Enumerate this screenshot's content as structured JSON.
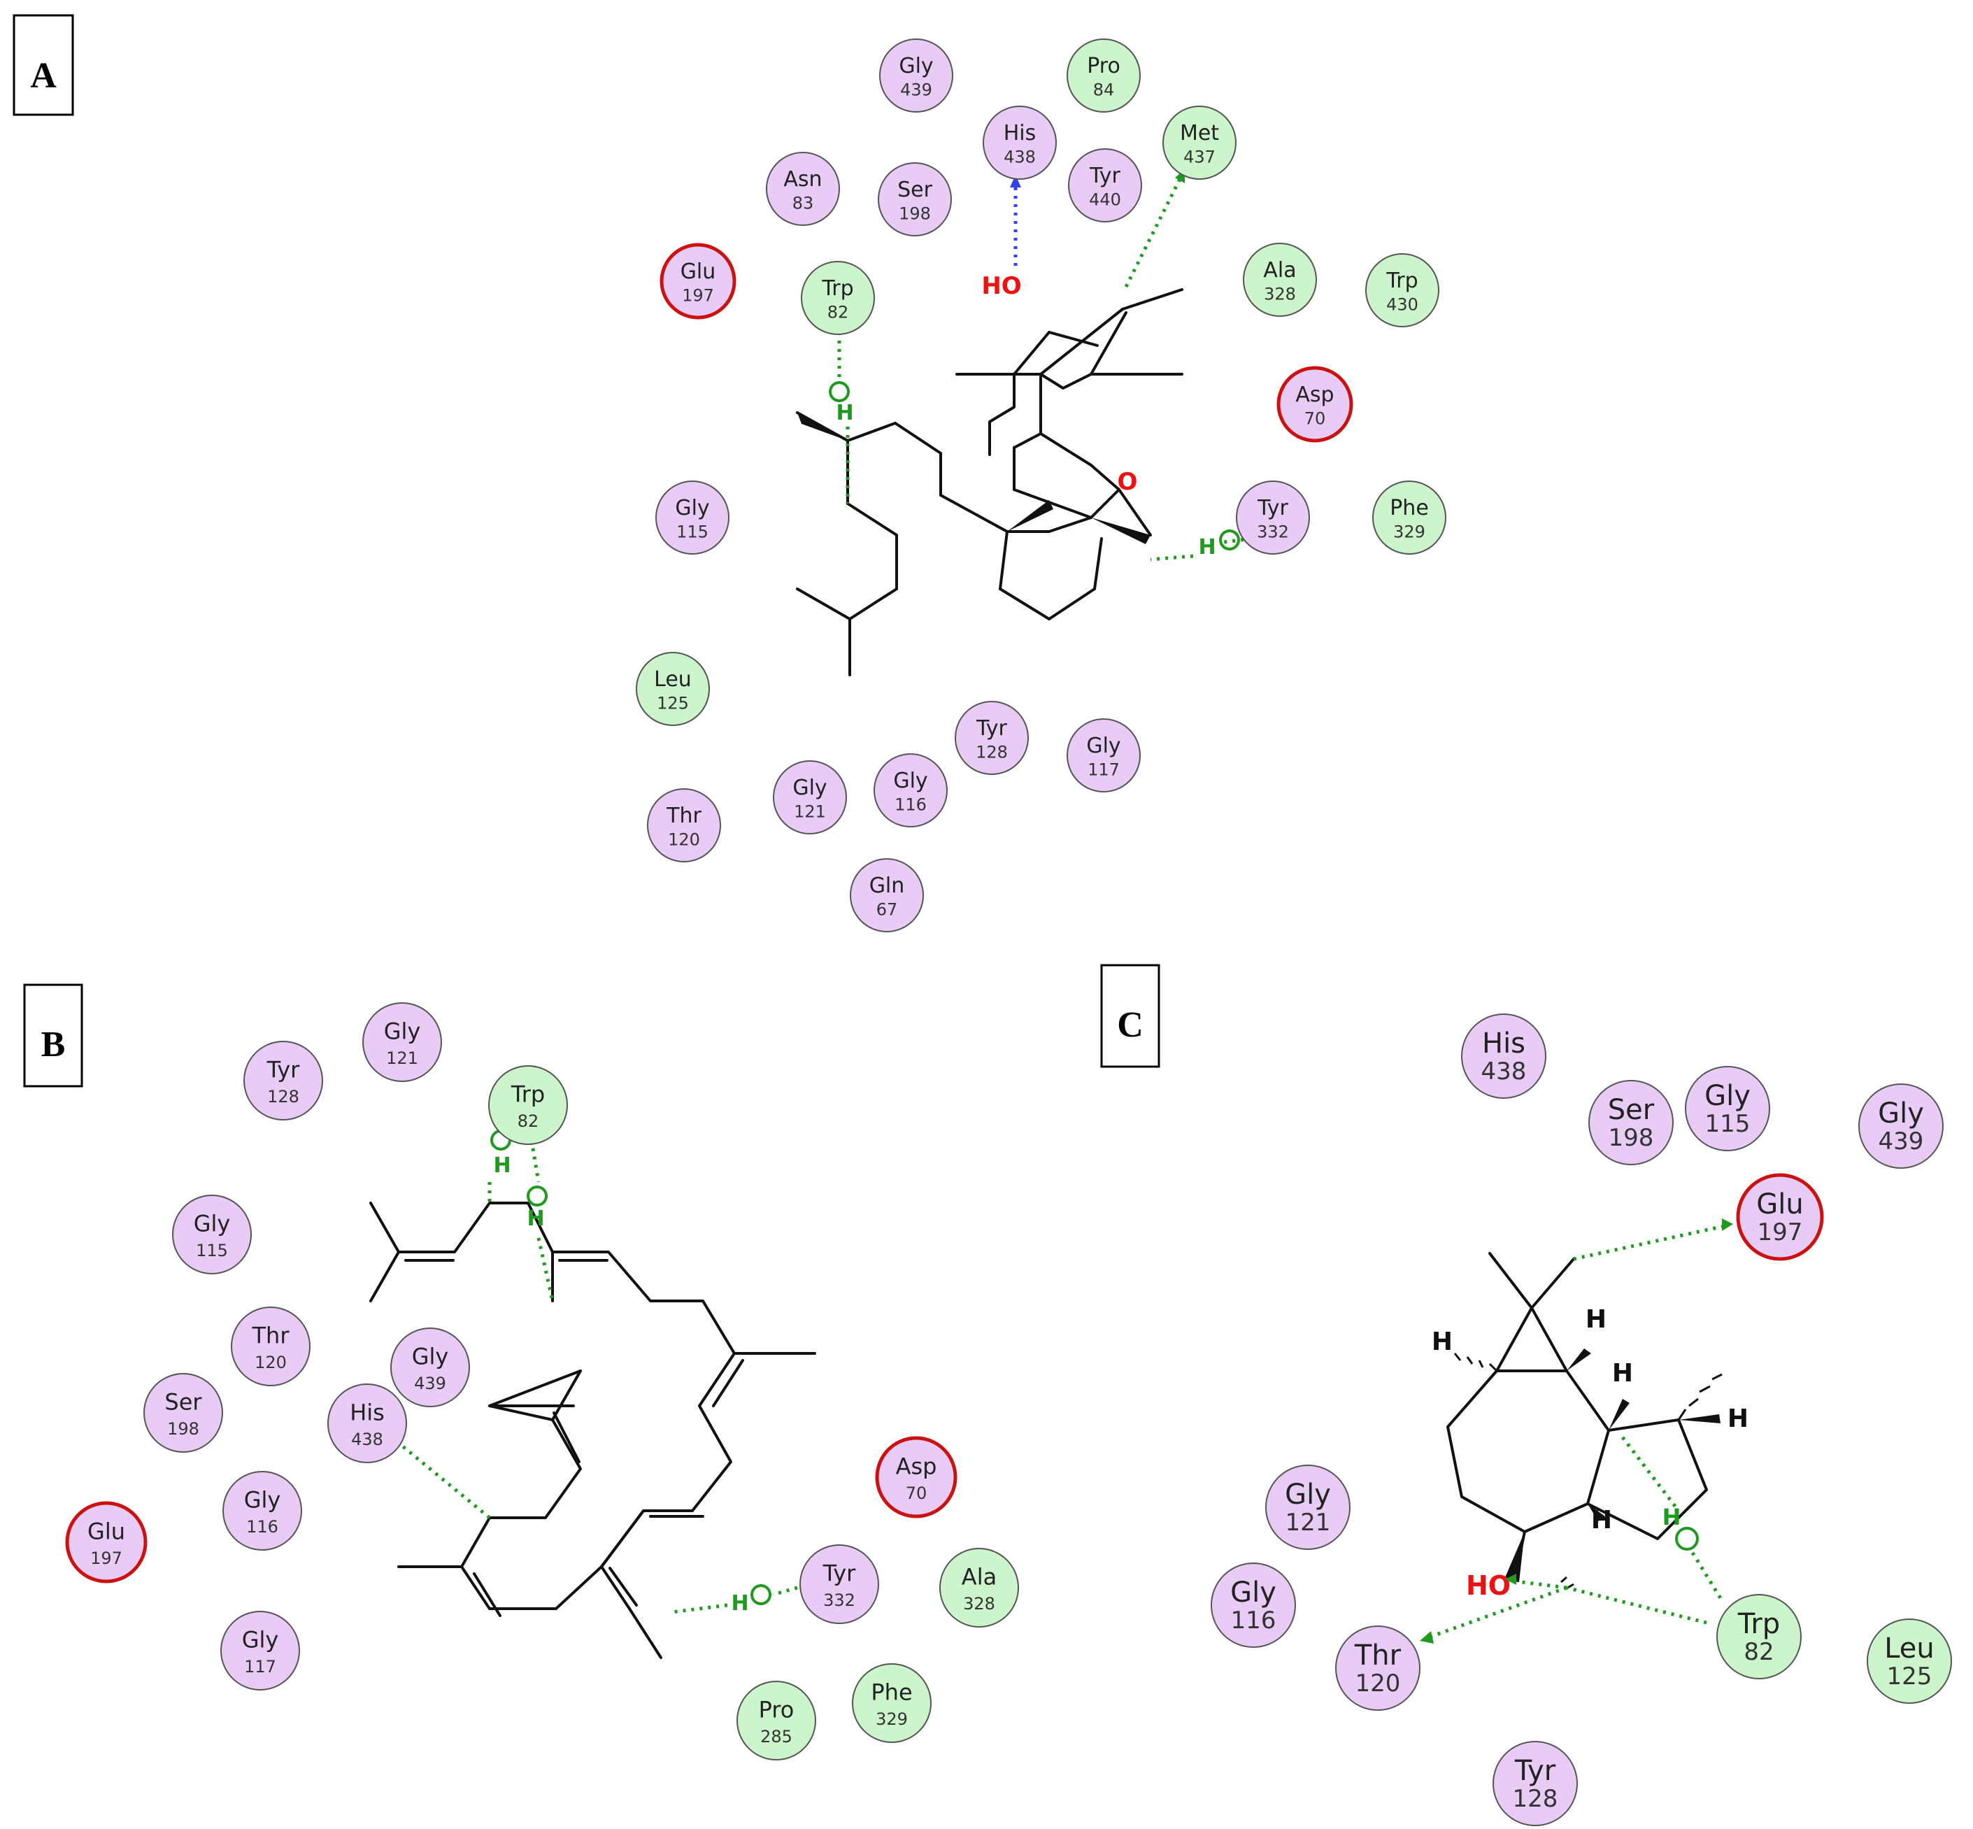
{
  "panels": {
    "A": {
      "label": "A",
      "residues": [
        {
          "name": "Gly",
          "num": "439",
          "type": "polar"
        },
        {
          "name": "Pro",
          "num": "84",
          "type": "hydrophobic"
        },
        {
          "name": "His",
          "num": "438",
          "type": "polar"
        },
        {
          "name": "Met",
          "num": "437",
          "type": "hydrophobic"
        },
        {
          "name": "Asn",
          "num": "83",
          "type": "polar"
        },
        {
          "name": "Ser",
          "num": "198",
          "type": "polar"
        },
        {
          "name": "Tyr",
          "num": "440",
          "type": "polar"
        },
        {
          "name": "Glu",
          "num": "197",
          "type": "charged"
        },
        {
          "name": "Trp",
          "num": "82",
          "type": "hydrophobic"
        },
        {
          "name": "Ala",
          "num": "328",
          "type": "hydrophobic"
        },
        {
          "name": "Trp",
          "num": "430",
          "type": "hydrophobic"
        },
        {
          "name": "Asp",
          "num": "70",
          "type": "charged"
        },
        {
          "name": "Gly",
          "num": "115",
          "type": "polar"
        },
        {
          "name": "Tyr",
          "num": "332",
          "type": "polar"
        },
        {
          "name": "Phe",
          "num": "329",
          "type": "hydrophobic"
        },
        {
          "name": "Leu",
          "num": "125",
          "type": "hydrophobic"
        },
        {
          "name": "Tyr",
          "num": "128",
          "type": "polar"
        },
        {
          "name": "Gly",
          "num": "117",
          "type": "polar"
        },
        {
          "name": "Gly",
          "num": "121",
          "type": "polar"
        },
        {
          "name": "Gly",
          "num": "116",
          "type": "polar"
        },
        {
          "name": "Thr",
          "num": "120",
          "type": "polar"
        },
        {
          "name": "Gln",
          "num": "67",
          "type": "polar"
        }
      ],
      "atoms": [
        "HO",
        "O",
        "H",
        "H"
      ]
    },
    "B": {
      "label": "B",
      "residues": [
        {
          "name": "Gly",
          "num": "121",
          "type": "polar"
        },
        {
          "name": "Tyr",
          "num": "128",
          "type": "polar"
        },
        {
          "name": "Trp",
          "num": "82",
          "type": "hydrophobic"
        },
        {
          "name": "Gly",
          "num": "115",
          "type": "polar"
        },
        {
          "name": "Thr",
          "num": "120",
          "type": "polar"
        },
        {
          "name": "Gly",
          "num": "439",
          "type": "polar"
        },
        {
          "name": "Ser",
          "num": "198",
          "type": "polar"
        },
        {
          "name": "His",
          "num": "438",
          "type": "polar"
        },
        {
          "name": "Asp",
          "num": "70",
          "type": "charged"
        },
        {
          "name": "Glu",
          "num": "197",
          "type": "charged"
        },
        {
          "name": "Gly",
          "num": "116",
          "type": "polar"
        },
        {
          "name": "Tyr",
          "num": "332",
          "type": "polar"
        },
        {
          "name": "Ala",
          "num": "328",
          "type": "hydrophobic"
        },
        {
          "name": "Gly",
          "num": "117",
          "type": "polar"
        },
        {
          "name": "Pro",
          "num": "285",
          "type": "hydrophobic"
        },
        {
          "name": "Phe",
          "num": "329",
          "type": "hydrophobic"
        }
      ],
      "atoms": [
        "H",
        "H",
        "H"
      ]
    },
    "C": {
      "label": "C",
      "residues": [
        {
          "name": "His",
          "num": "438",
          "type": "polar"
        },
        {
          "name": "Ser",
          "num": "198",
          "type": "polar"
        },
        {
          "name": "Gly",
          "num": "115",
          "type": "polar"
        },
        {
          "name": "Gly",
          "num": "439",
          "type": "polar"
        },
        {
          "name": "Glu",
          "num": "197",
          "type": "charged"
        },
        {
          "name": "Gly",
          "num": "121",
          "type": "polar"
        },
        {
          "name": "Gly",
          "num": "116",
          "type": "polar"
        },
        {
          "name": "Thr",
          "num": "120",
          "type": "polar"
        },
        {
          "name": "Trp",
          "num": "82",
          "type": "hydrophobic"
        },
        {
          "name": "Leu",
          "num": "125",
          "type": "hydrophobic"
        },
        {
          "name": "Tyr",
          "num": "128",
          "type": "polar"
        }
      ],
      "atoms": [
        "HO",
        "H",
        "H",
        "H",
        "H",
        "H",
        "H"
      ]
    }
  },
  "colors": {
    "polar_fill": "#e8ccf5",
    "hydrophobic_fill": "#ccf5cc",
    "charged_fill": "#e8ccf5",
    "charged_stroke": "#cc1111",
    "normal_stroke": "#555555",
    "hbond_green": "#1f9a1f",
    "hbond_blue": "#3344ee",
    "oxygen_red": "#ee1111",
    "hydrogen_green": "#1f9a1f"
  }
}
